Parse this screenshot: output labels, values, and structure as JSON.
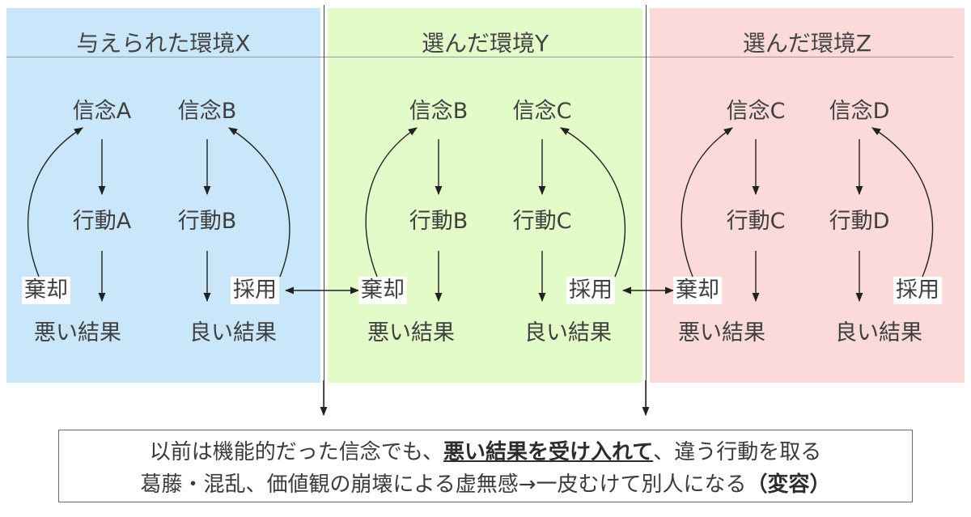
{
  "panels": [
    {
      "title": "与えられた環境X"
    },
    {
      "title": "選んだ環境Y"
    },
    {
      "title": "選んだ環境Z"
    }
  ],
  "nodes": {
    "x": {
      "belief1": "信念A",
      "belief2": "信念B",
      "action1": "行動A",
      "action2": "行動B",
      "result1": "悪い結果",
      "result2": "良い結果",
      "tag_left": "棄却",
      "tag_right": "採用"
    },
    "y": {
      "belief1": "信念B",
      "belief2": "信念C",
      "action1": "行動B",
      "action2": "行動C",
      "result1": "悪い結果",
      "result2": "良い結果",
      "tag_left": "棄却",
      "tag_right": "採用"
    },
    "z": {
      "belief1": "信念C",
      "belief2": "信念D",
      "action1": "行動C",
      "action2": "行動D",
      "result1": "悪い結果",
      "result2": "良い結果",
      "tag_left": "棄却",
      "tag_right": "採用"
    }
  },
  "caption": {
    "line1_pre": "以前は機能的だった信念でも、",
    "line1_em": "悪い結果を受け入れて",
    "line1_post": "、違う行動を取る",
    "line2_pre": "葛藤・混乱、価値観の崩壊による虚無感→一皮むけて別人になる",
    "line2_strong": "（変容）"
  }
}
